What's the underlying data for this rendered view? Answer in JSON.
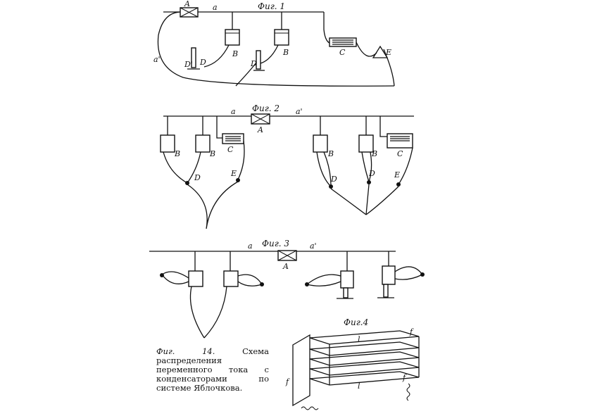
{
  "figures": {
    "fig1": "Фиг. 1",
    "fig2": "Фиг. 2",
    "fig3": "Фиг. 3",
    "fig4": "Фиг.4"
  },
  "labels": {
    "A": "A",
    "a": "a",
    "a_prime": "a'",
    "B": "B",
    "C": "C",
    "D": "D",
    "D_prime": "D'",
    "E": "E",
    "l": "l",
    "f": "f"
  },
  "caption": {
    "head": "Фиг. 14.",
    "text": "Схема распределения переменного тока с конденсаторами по системе Яблочкова."
  }
}
